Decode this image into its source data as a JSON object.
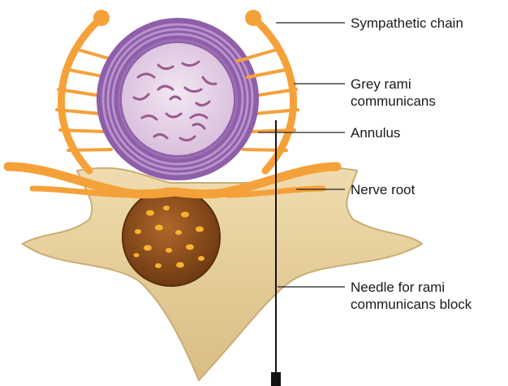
{
  "diagram": {
    "labels": {
      "sympathetic_chain": "Sympathetic chain",
      "grey_rami_line1": "Grey rami",
      "grey_rami_line2": "communicans",
      "annulus": "Annulus",
      "nerve_root": "Nerve root",
      "needle_line1": "Needle for rami",
      "needle_line2": "communicans block"
    },
    "colors": {
      "nerve": "#f5a13a",
      "nerve_dark": "#d97f1c",
      "disc_outer": "#8e5fa8",
      "disc_ring": "#b993cc",
      "disc_inner": "#e7d6e8",
      "bone": "#e9d5a3",
      "bone_dark": "#c9ad74",
      "cord": "#8a4b18",
      "needle": "#111111"
    }
  }
}
